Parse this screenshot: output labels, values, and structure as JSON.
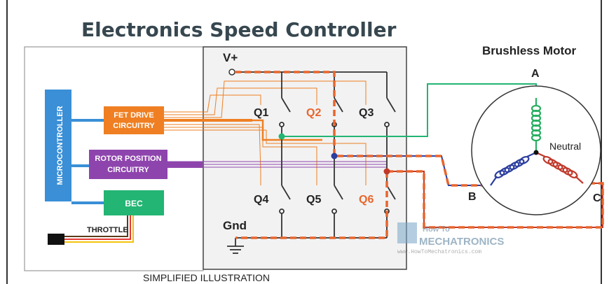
{
  "title": "Electronics Speed Controller",
  "caption": "SIMPLIFIED ILLUSTRATION",
  "blocks": {
    "microcontroller": "MICROCONTROLLER",
    "fet_drive_1": "FET DRIVE",
    "fet_drive_2": "CIRCUITRY",
    "rotor_1": "ROTOR POSITION",
    "rotor_2": "CIRCUITRY",
    "bec": "BEC",
    "throttle": "THROTTLE"
  },
  "power": {
    "vplus": "V+",
    "gnd": "Gnd"
  },
  "switches": {
    "q1": "Q1",
    "q2": "Q2",
    "q3": "Q3",
    "q4": "Q4",
    "q5": "Q5",
    "q6": "Q6"
  },
  "motor": {
    "title": "Brushless Motor",
    "a": "A",
    "b": "B",
    "c": "C",
    "neutral": "Neutral"
  },
  "watermark": {
    "line1": "How To",
    "line2": "MECHATRONICS",
    "url": "www.HowToMechatronics.com"
  },
  "colors": {
    "blue": "#3a8fd6",
    "orange": "#ef7f22",
    "purple": "#8e44ad",
    "green": "#22b573",
    "coil_green": "#27ae60",
    "coil_blue": "#2c3e9e",
    "coil_red": "#c0392b",
    "highlight": "#e8652c",
    "panel": "#f2f2f2"
  }
}
